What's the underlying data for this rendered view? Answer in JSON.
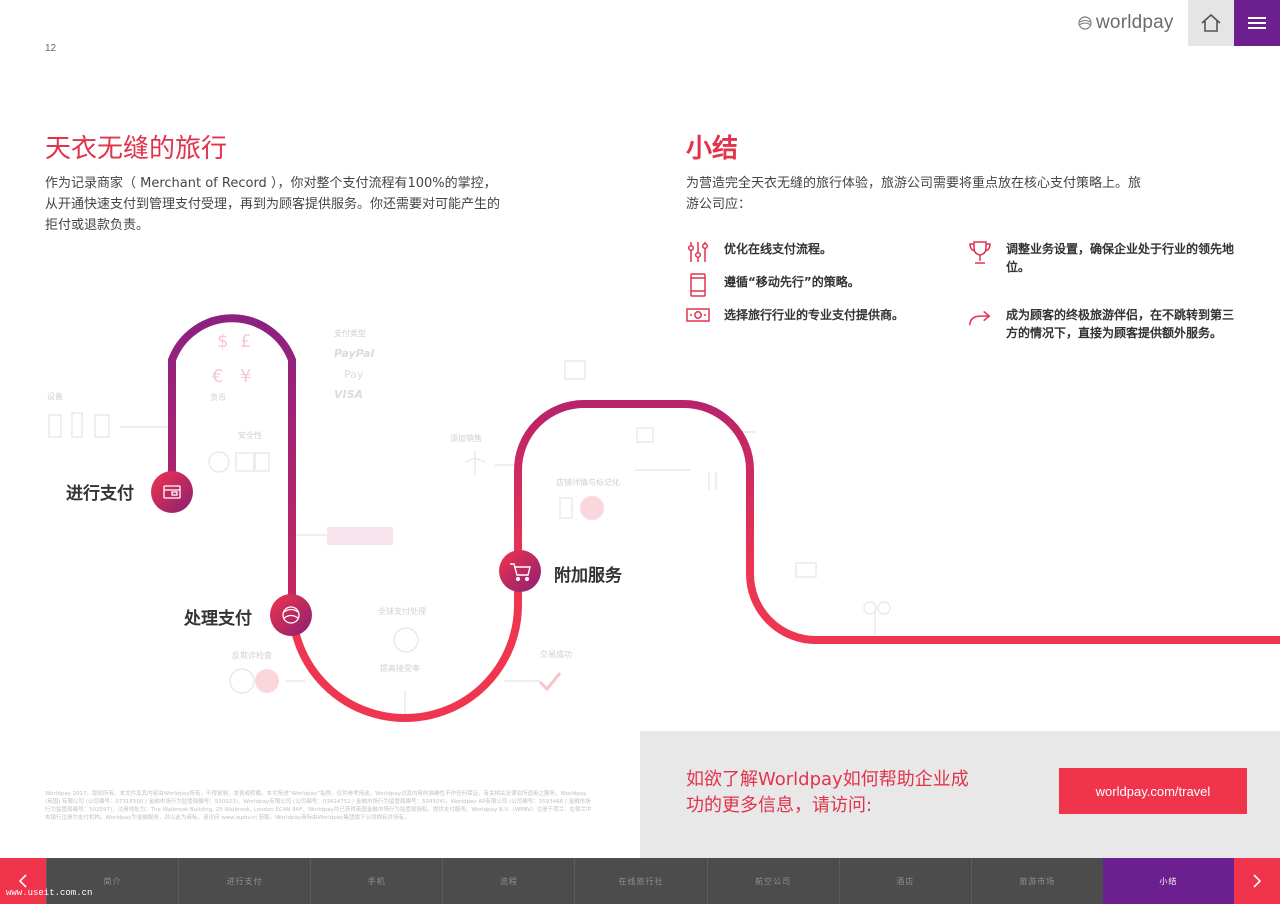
{
  "header": {
    "logo_text": "worldpay",
    "home_icon": "home-icon",
    "menu_icon": "hamburger-icon",
    "page_number": "12",
    "colors": {
      "accent": "#e1334b",
      "purple": "#6c1f8e",
      "button_red": "#f0344b"
    }
  },
  "left": {
    "title": "天衣无缝的旅行",
    "body": "作为记录商家（ Merchant of Record ），你对整个支付流程有100%的掌控，从开通快速支付到管理支付受理，再到为顾客提供服务。你还需要对可能产生的拒付或退款负责。"
  },
  "journey": {
    "steps": [
      {
        "label": "进行支付",
        "icon": "card-icon"
      },
      {
        "label": "处理支付",
        "icon": "globe-icon"
      },
      {
        "label": "附加服务",
        "icon": "cart-icon"
      }
    ],
    "faint_labels": {
      "payment_types": "支付类型",
      "currency": "货币",
      "devices": "设备",
      "security": "安全性",
      "add_sales": "添加销售",
      "store_tokenize": "店铺详情与标记化",
      "global_processing": "全球支付处理",
      "improve_acceptance": "提高接受率",
      "anti_fraud": "反欺诈检查",
      "transaction_success": "交易成功"
    },
    "payment_brands": [
      "PayPal",
      "Pay",
      "VISA"
    ],
    "currency_symbols": [
      "$",
      "£",
      "€",
      "¥"
    ]
  },
  "right": {
    "title": "小结",
    "body": "为营造完全天衣无缝的旅行体验，旅游公司需要将重点放在核心支付策略上。旅游公司应：",
    "bullets": [
      {
        "text": "优化在线支付流程。",
        "icon": "sliders-icon"
      },
      {
        "text": "遵循“移动先行”的策略。",
        "icon": "mobile-icon"
      },
      {
        "text": "选择旅行行业的专业支付提供商。",
        "icon": "cash-icon"
      },
      {
        "text": "调整业务设置，确保企业处于行业的领先地位。",
        "icon": "trophy-icon"
      },
      {
        "text": "成为顾客的终极旅游伴侣，在不跳转到第三方的情况下，直接为顾客提供额外服务。",
        "icon": "forward-arrow-icon"
      }
    ]
  },
  "legal": "Worldpay 2017。版权所有。本文件及其内容由Worldpay所有，不得复制、发表或转载。本文所述“Worldpay”指称，仅供参考用途。Worldpay对其内容的准确性不作任何保证。有关相关法律及所适用之服务，Worldpay (英国) 有限公司 (公司编号：07316500 / 金融市场行为监管局编号：530923)，Worldpay有限公司 (公司编号：03424752 / 金融市场行为监管局编号：504504)，Worldpay AP有限公司 (公司编号：5593466 / 金融市场行为监管局编号：502597)，注册地址为：The Walbrook Building, 25 Walbrook, London EC4N 8AF，Worldpay均已获得英国金融市场行为监管局授权，提供支付服务。Worldpay B.V.（WPBV）注册于荷兰，在荷兰中央银行注册为支付机构。Worldpay为金融服务，并以此为商标。请访问 www.wpbv.nl 获取。Worldpay商标由Worldpay集团旗下公司拥有并持有。",
  "cta": {
    "text": "如欲了解Worldpay如何帮助企业成功的更多信息，请访问:",
    "button_label": "worldpay.com/travel"
  },
  "nav": {
    "prev_icon": "chevron-left-icon",
    "next_icon": "chevron-right-icon",
    "tabs": [
      {
        "label": "简介"
      },
      {
        "label": "进行支付"
      },
      {
        "label": "手机"
      },
      {
        "label": "流程"
      },
      {
        "label": "在线旅行社"
      },
      {
        "label": "航空公司"
      },
      {
        "label": "酒店"
      },
      {
        "label": "旅游市场"
      },
      {
        "label": "小结",
        "active": true
      }
    ]
  },
  "watermark": "www.useit.com.cn"
}
